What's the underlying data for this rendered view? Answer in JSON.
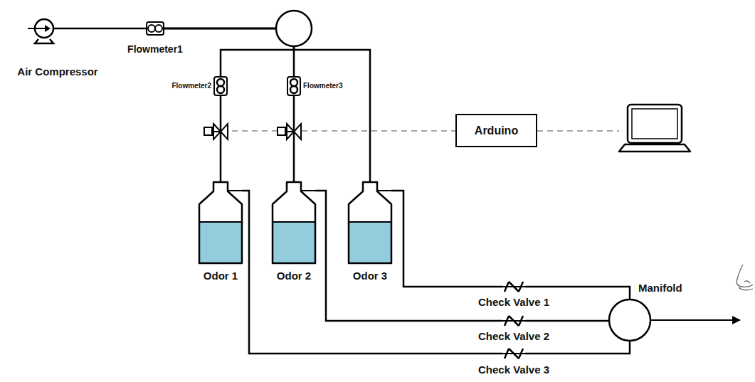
{
  "diagram": {
    "nodes": [
      {
        "text": [
          "Air Compressor"
        ]
      },
      {
        "text": [
          "Flowmeter1"
        ]
      },
      {
        "text": [
          "Flowmeter2"
        ]
      },
      {
        "text": [
          "Flowmeter3"
        ]
      },
      {
        "text": [
          "Arduino"
        ]
      },
      {
        "text": [
          "Odor 1"
        ]
      },
      {
        "text": [
          "Odor 2"
        ]
      },
      {
        "text": [
          "Odor 3"
        ]
      },
      {
        "text": [
          "Check Valve 1"
        ]
      },
      {
        "text": [
          "Check Valve 2"
        ]
      },
      {
        "text": [
          "Check Valve 3"
        ]
      },
      {
        "text": [
          "Manifold"
        ]
      }
    ],
    "edges": [
      {
        "from": 0,
        "to": 1,
        "arrow": "none"
      },
      {
        "from": 1,
        "to": 2,
        "arrow": "none"
      },
      {
        "from": 1,
        "to": 3,
        "arrow": "none"
      },
      {
        "from": 1,
        "to": 7,
        "arrow": "none"
      },
      {
        "from": 2,
        "to": 5,
        "arrow": "none"
      },
      {
        "from": 3,
        "to": 6,
        "arrow": "none"
      },
      {
        "from": 7,
        "to": 8,
        "arrow": "none"
      },
      {
        "from": 6,
        "to": 9,
        "arrow": "none"
      },
      {
        "from": 5,
        "to": 10,
        "arrow": "none"
      },
      {
        "from": 8,
        "to": 11,
        "arrow": "none"
      },
      {
        "from": 9,
        "to": 11,
        "arrow": "none"
      },
      {
        "from": 10,
        "to": 11,
        "arrow": "none"
      }
    ]
  }
}
